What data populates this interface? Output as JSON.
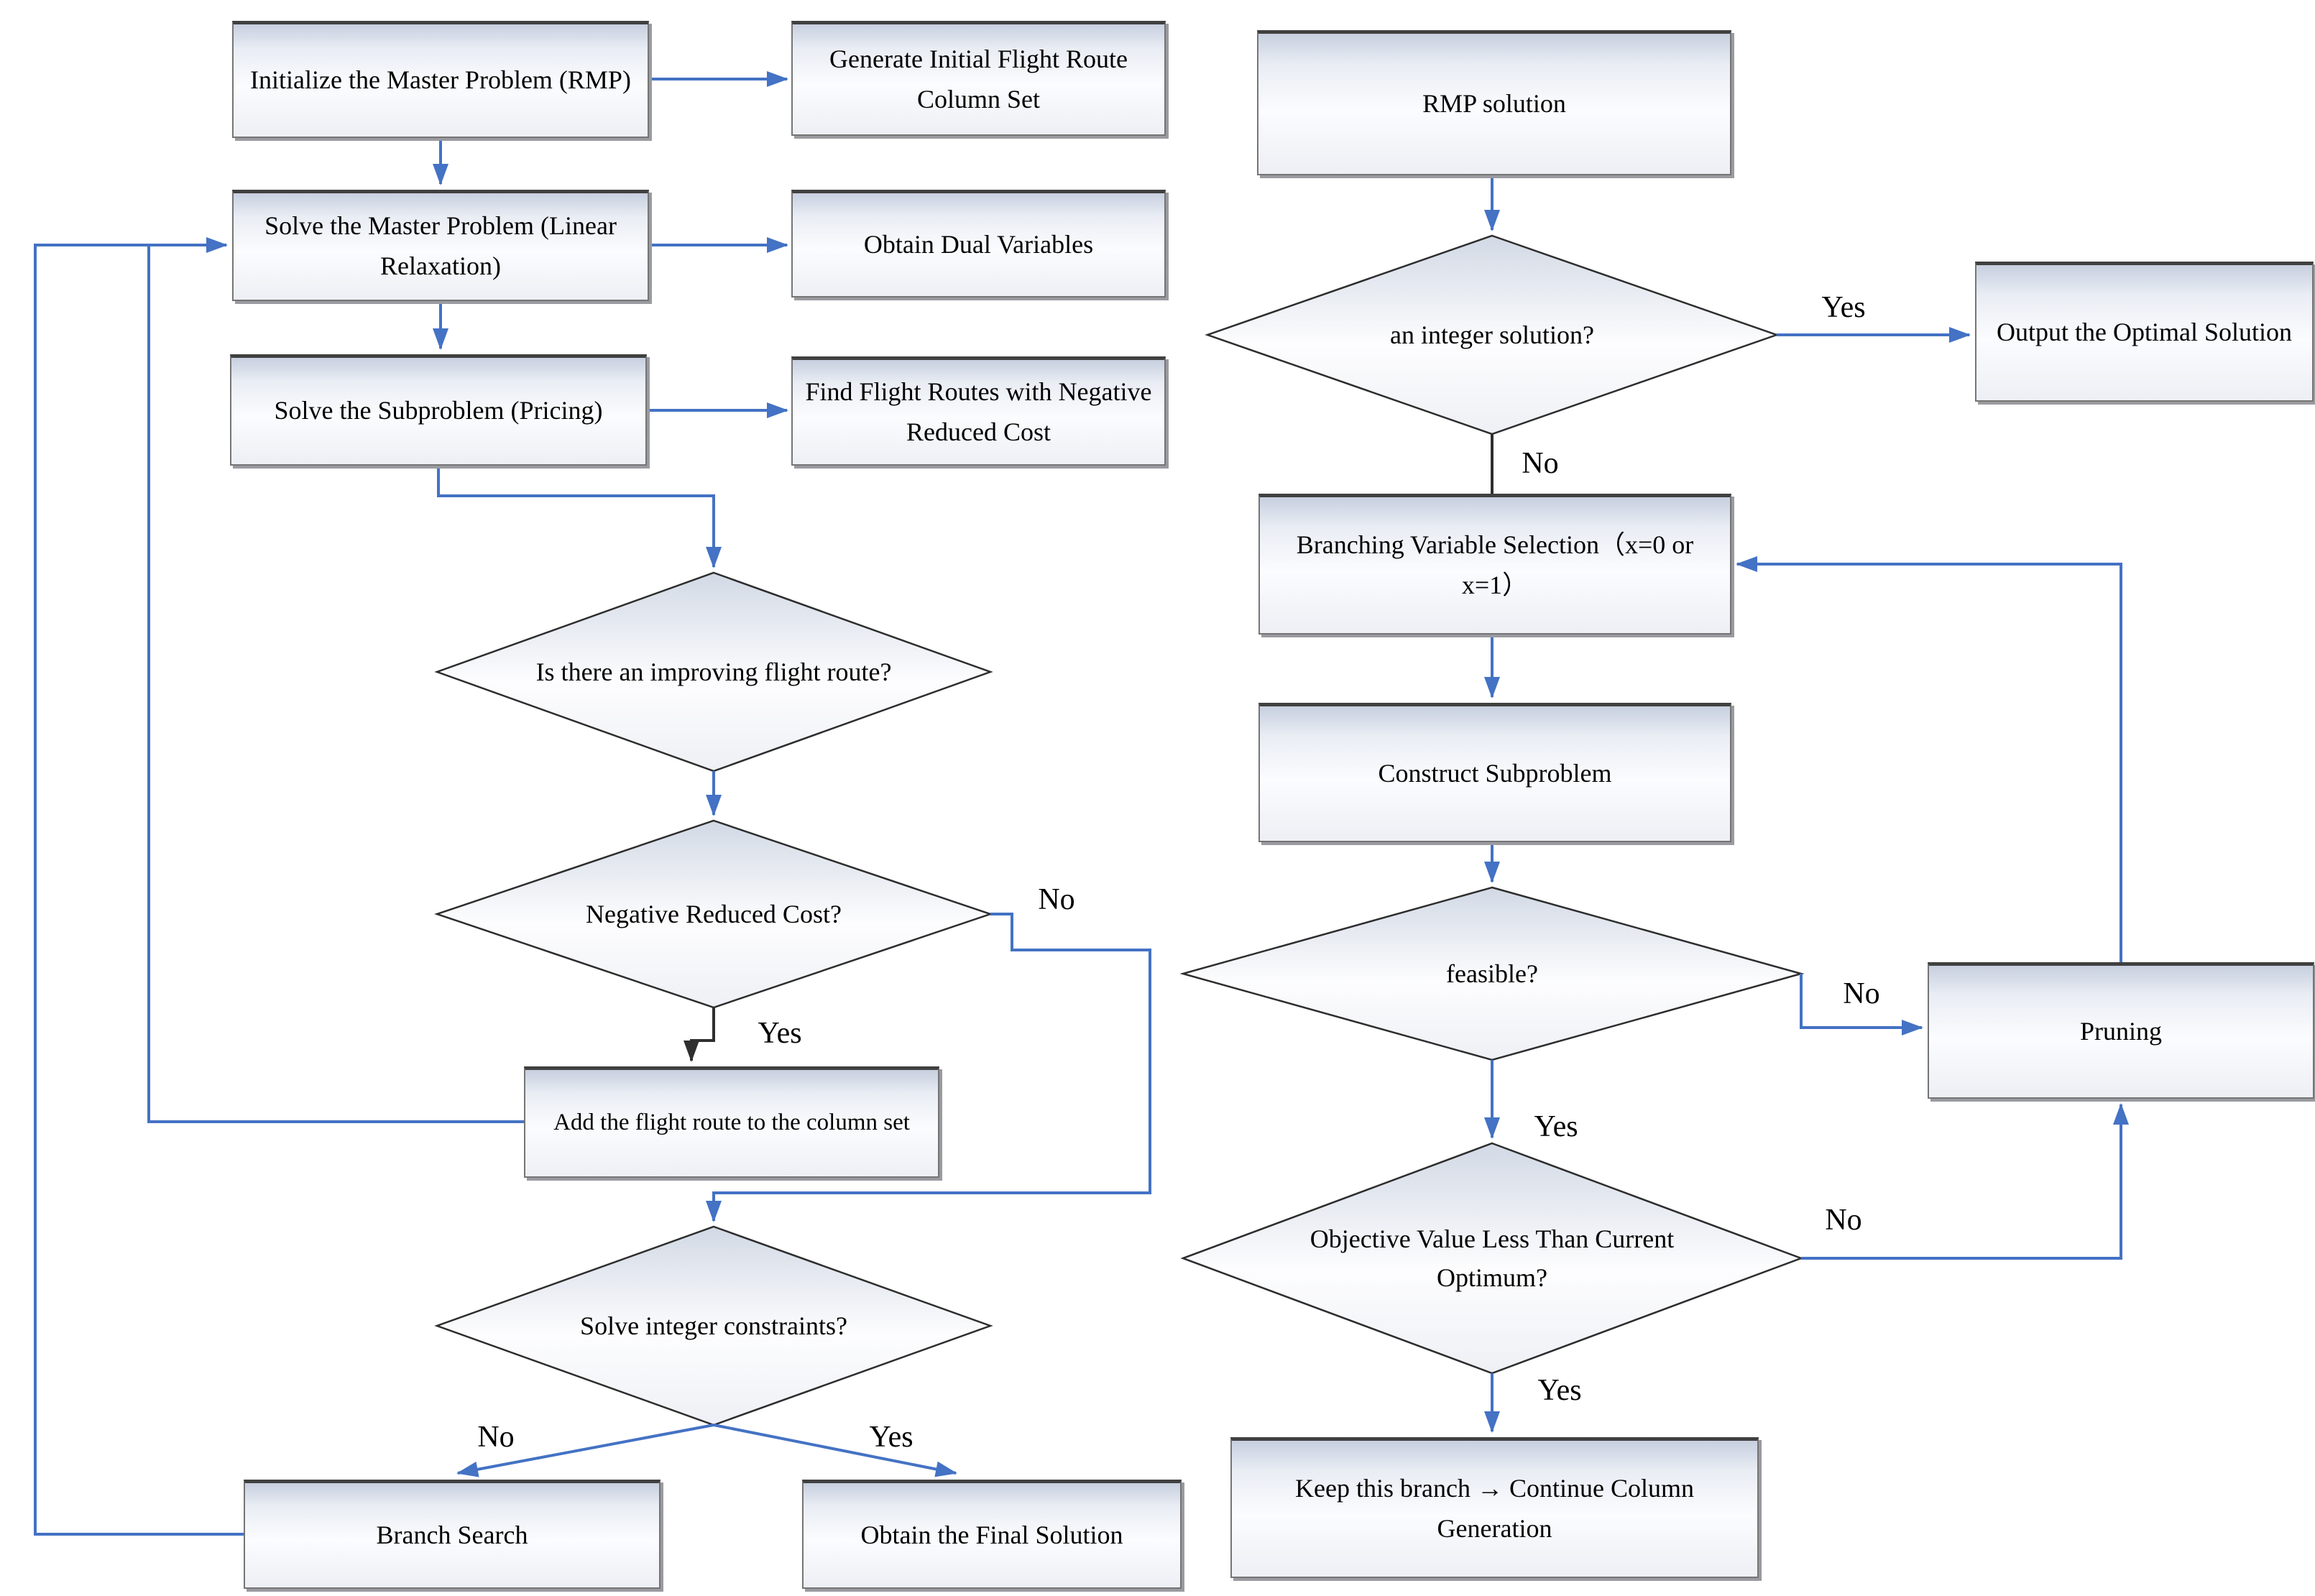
{
  "colors": {
    "connector_blue": "#4472c4",
    "connector_dark": "#2f2f2f",
    "node_border": "#757575",
    "node_fill_top": "#c7cfdf",
    "node_fill_bottom": "#fbfcfe",
    "text": "#000000"
  },
  "nodes": {
    "init_rmp": {
      "label": "Initialize the Master Problem (RMP)"
    },
    "generate_initial": {
      "label": "Generate Initial Flight Route Column Set"
    },
    "solve_master": {
      "label": "Solve the Master Problem (Linear Relaxation)"
    },
    "obtain_dual": {
      "label": "Obtain Dual Variables"
    },
    "solve_subproblem": {
      "label": "Solve the Subproblem (Pricing)"
    },
    "find_routes": {
      "label": "Find Flight Routes with Negative Reduced Cost"
    },
    "improving_route": {
      "label": "Is there an improving flight route?"
    },
    "negative_reduced_cost": {
      "label": "Negative Reduced Cost?"
    },
    "add_route": {
      "label": "Add the flight route to the column set"
    },
    "solve_integer": {
      "label": "Solve integer constraints?"
    },
    "branch_search": {
      "label": "Branch Search"
    },
    "obtain_final": {
      "label": "Obtain the Final Solution"
    },
    "rmp_solution": {
      "label": "RMP solution"
    },
    "integer_solution": {
      "label": "an integer solution?"
    },
    "output_optimal": {
      "label": "Output the Optimal Solution"
    },
    "branching_selection": {
      "label": "Branching Variable Selection（x=0 or x=1）"
    },
    "construct_subproblem": {
      "label": "Construct Subproblem"
    },
    "feasible": {
      "label": "feasible?"
    },
    "pruning": {
      "label": "Pruning"
    },
    "objective_value": {
      "label": "Objective Value Less Than Current Optimum?"
    },
    "keep_branch": {
      "label": "Keep this branch → Continue Column Generation"
    }
  },
  "edge_labels": {
    "integer_solution_yes": "Yes",
    "integer_solution_no": "No",
    "negative_cost_no": "No",
    "negative_cost_yes": "Yes",
    "feasible_no": "No",
    "feasible_yes": "Yes",
    "objective_no": "No",
    "objective_yes": "Yes",
    "solve_integer_no": "No",
    "solve_integer_yes": "Yes"
  }
}
